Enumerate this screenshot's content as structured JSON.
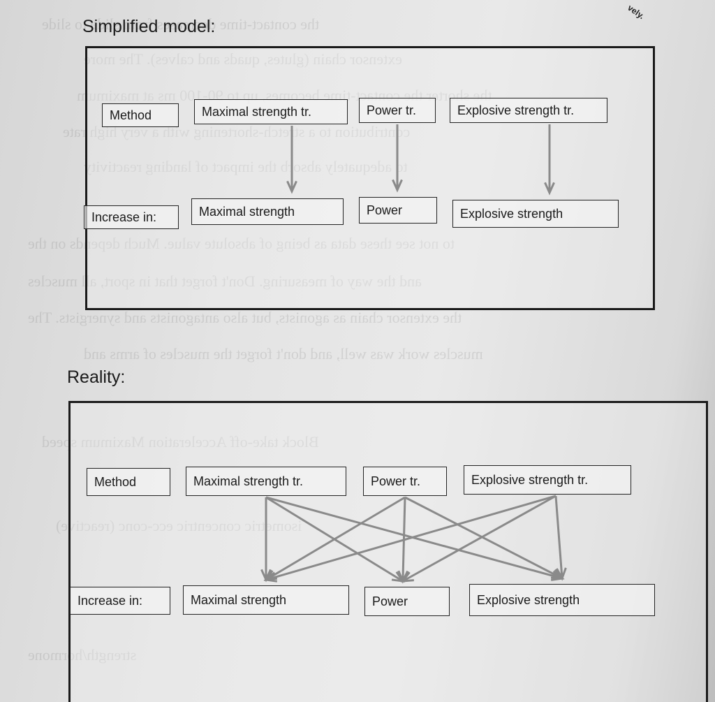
{
  "simplified": {
    "heading": "Simplified model:",
    "method_label": "Method",
    "increase_label": "Increase in:",
    "methods": [
      "Maximal strength tr.",
      "Power tr.",
      "Explosive strength tr."
    ],
    "outcomes": [
      "Maximal strength",
      "Power",
      "Explosive strength"
    ],
    "links": [
      [
        0,
        0
      ],
      [
        1,
        1
      ],
      [
        2,
        2
      ]
    ]
  },
  "reality": {
    "heading": "Reality:",
    "method_label": "Method",
    "increase_label": "Increase in:",
    "methods": [
      "Maximal strength tr.",
      "Power tr.",
      "Explosive strength tr."
    ],
    "outcomes": [
      "Maximal strength",
      "Power",
      "Explosive strength"
    ],
    "links": [
      [
        0,
        0
      ],
      [
        0,
        1
      ],
      [
        0,
        2
      ],
      [
        1,
        0
      ],
      [
        1,
        1
      ],
      [
        1,
        2
      ],
      [
        2,
        0
      ],
      [
        2,
        1
      ],
      [
        2,
        2
      ]
    ]
  },
  "corner_text": "vely.",
  "colors": {
    "arrow": "#8a8a8a",
    "border": "#1a1a1a"
  }
}
